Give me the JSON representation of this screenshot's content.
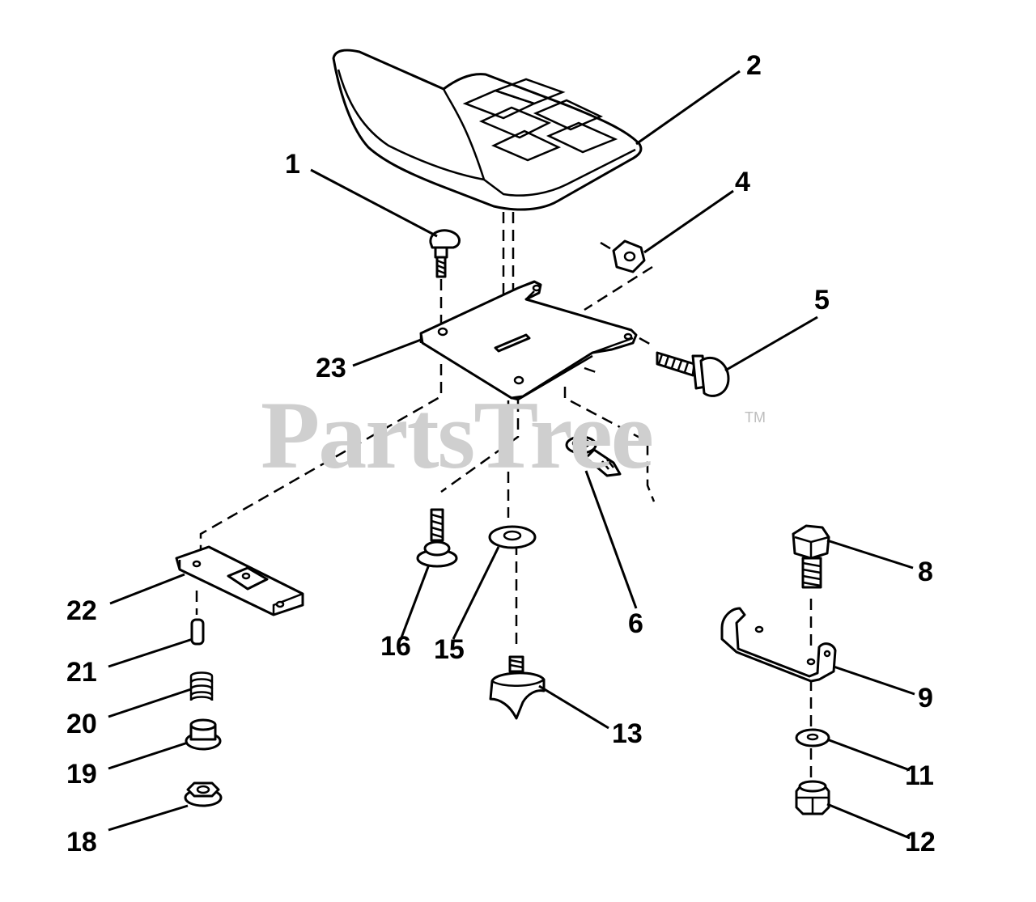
{
  "watermark": {
    "text": "PartsTree",
    "trademark": "TM"
  },
  "callouts": [
    {
      "id": "1",
      "label": "1"
    },
    {
      "id": "2",
      "label": "2"
    },
    {
      "id": "4",
      "label": "4"
    },
    {
      "id": "5",
      "label": "5"
    },
    {
      "id": "6",
      "label": "6"
    },
    {
      "id": "8",
      "label": "8"
    },
    {
      "id": "9",
      "label": "9"
    },
    {
      "id": "11",
      "label": "11"
    },
    {
      "id": "12",
      "label": "12"
    },
    {
      "id": "13",
      "label": "13"
    },
    {
      "id": "15",
      "label": "15"
    },
    {
      "id": "16",
      "label": "16"
    },
    {
      "id": "18",
      "label": "18"
    },
    {
      "id": "19",
      "label": "19"
    },
    {
      "id": "20",
      "label": "20"
    },
    {
      "id": "21",
      "label": "21"
    },
    {
      "id": "22",
      "label": "22"
    },
    {
      "id": "23",
      "label": "23"
    }
  ]
}
